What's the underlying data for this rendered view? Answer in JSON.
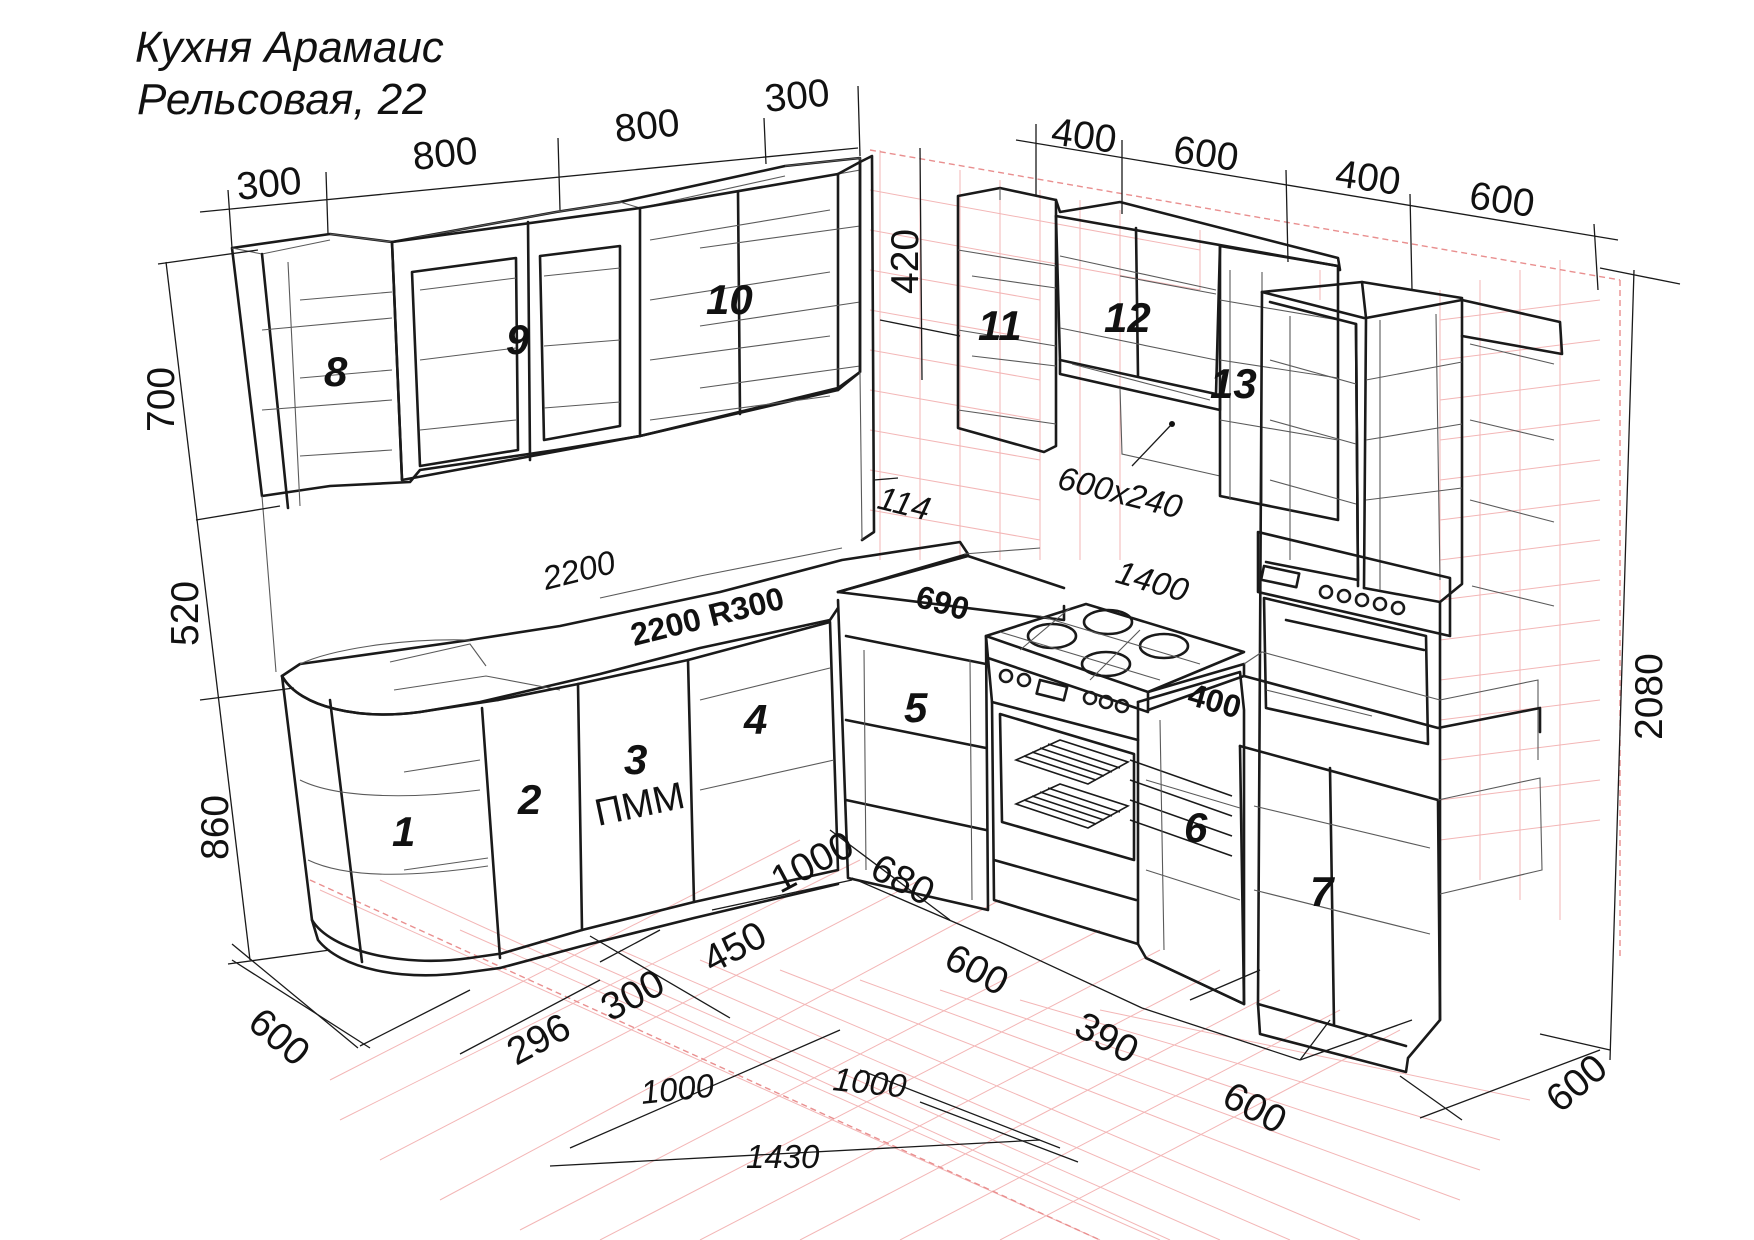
{
  "title": {
    "line1": "Кухня Арамаис",
    "line2": "Рельсовая, 22"
  },
  "modules": {
    "m1": "1",
    "m2": "2",
    "m3": "3",
    "m3_note": "ПММ",
    "m4": "4",
    "m5": "5",
    "m6": "6",
    "m7": "7",
    "m8": "8",
    "m9": "9",
    "m10": "10",
    "m11": "11",
    "m12": "12",
    "m13": "13"
  },
  "dimensions": {
    "top_300_left": "300",
    "top_800_a": "800",
    "top_800_b": "800",
    "top_300_right": "300",
    "top_400_a": "400",
    "top_600_a": "600",
    "top_400_b": "400",
    "top_600_b": "600",
    "height_700": "700",
    "height_520": "520",
    "height_860": "860",
    "height_420": "420",
    "height_2080": "2080",
    "gap_114": "114",
    "hood_niche": "600x240",
    "worktop_2200": "2200",
    "worktop_2200_r300": "2200 R300",
    "worktop_690": "690",
    "worktop_1400": "1400",
    "worktop_400": "400",
    "floor_600_left": "600",
    "floor_296": "296",
    "floor_300": "300",
    "floor_450": "450",
    "floor_1000_a": "1000",
    "floor_680": "680",
    "floor_600_mid": "600",
    "floor_390": "390",
    "floor_600_right": "600",
    "floor_600_corner": "600",
    "room_1000_a": "1000",
    "room_1000_b": "1000",
    "room_1430": "1430"
  }
}
